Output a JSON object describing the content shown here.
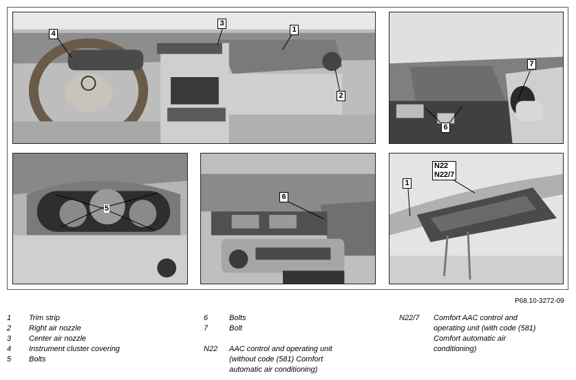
{
  "callouts": {
    "p1_a": "4",
    "p1_b": "3",
    "p1_c": "1",
    "p1_d": "2",
    "p2_a": "7",
    "p2_b": "6",
    "p3_a": "5",
    "p4_a": "6",
    "p5_a": "N22\nN22/7",
    "p5_b": "1"
  },
  "reference_code": "P68.10-3272-09",
  "legend": {
    "col1": [
      {
        "key": "1",
        "text": "Trim strip"
      },
      {
        "key": "2",
        "text": "Right air nozzle"
      },
      {
        "key": "3",
        "text": "Center air nozzle"
      },
      {
        "key": "4",
        "text": "Instrument cluster covering"
      },
      {
        "key": "5",
        "text": "Bolts"
      }
    ],
    "col2": [
      {
        "key": "6",
        "text": "Bolts"
      },
      {
        "key": "7",
        "text": "Bolt"
      },
      {
        "key": "",
        "text": ""
      },
      {
        "key": "N22",
        "text": "AAC control and operating unit (without code (581) Comfort automatic air conditioning)"
      }
    ],
    "col3": [
      {
        "key": "N22/7",
        "text": "Comfort AAC control and operating unit (with code (581) Comfort automatic air conditioning)"
      }
    ]
  }
}
